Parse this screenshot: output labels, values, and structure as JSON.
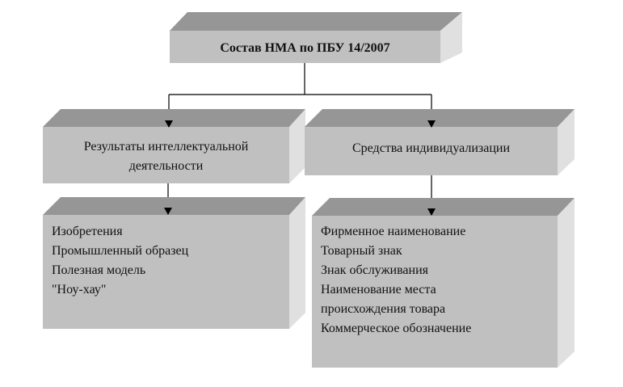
{
  "diagram": {
    "root": {
      "label": "Состав НМА по ПБУ 14/2007"
    },
    "categories": [
      {
        "label": "Результаты интеллектуальной деятельности",
        "label_lines": [
          "Результаты интеллектуальной",
          "деятельности"
        ],
        "items": [
          "Изобретения",
          "Промышленный образец",
          "Полезная модель",
          "\"Ноу-хау\""
        ]
      },
      {
        "label": "Средства индивидуализации",
        "label_lines": [
          "Средства индивидуализации"
        ],
        "items": [
          "Фирменное наименование",
          "Товарный знак",
          "Знак обслуживания",
          "Наименование места",
          "происхождения товара",
          "Коммерческое обозначение"
        ]
      }
    ],
    "colors": {
      "front": "#c0c0c0",
      "top": "#969696",
      "side": "#e0e0e0",
      "line": "#000000"
    }
  }
}
